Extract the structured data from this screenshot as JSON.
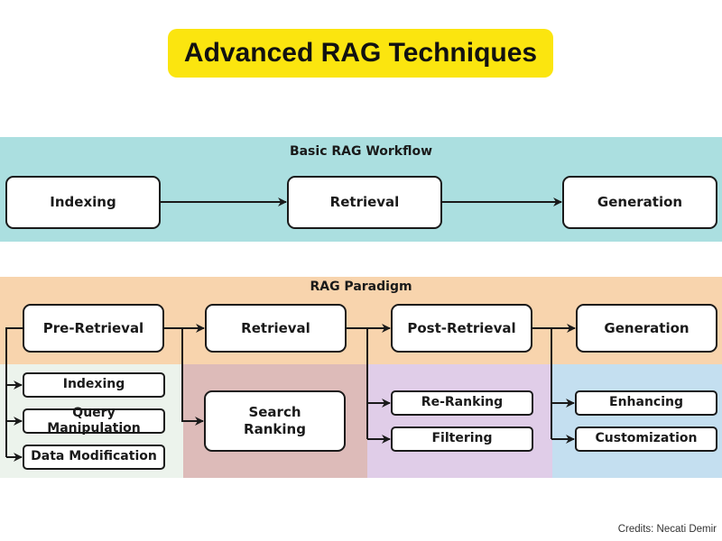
{
  "title": "Advanced RAG Techniques",
  "basic_workflow": {
    "label": "Basic RAG Workflow",
    "steps": [
      "Indexing",
      "Retrieval",
      "Generation"
    ]
  },
  "paradigm": {
    "label": "RAG Paradigm",
    "stages": [
      {
        "name": "Pre-Retrieval",
        "techniques": [
          "Indexing",
          "Query Manipulation",
          "Data Modification"
        ]
      },
      {
        "name": "Retrieval",
        "techniques": [
          "Search Ranking"
        ]
      },
      {
        "name": "Post-Retrieval",
        "techniques": [
          "Re-Ranking",
          "Filtering"
        ]
      },
      {
        "name": "Generation",
        "techniques": [
          "Enhancing",
          "Customization"
        ]
      }
    ]
  },
  "colors": {
    "title_bg": "#fbe50f",
    "basic_band": "#abdfe0",
    "paradigm_band": "#f8d4ad",
    "pre_retrieval_col": "#ecf3ec",
    "retrieval_col": "#ddbbb9",
    "post_retrieval_col": "#e0cde8",
    "generation_col": "#c4dff0"
  },
  "credits": "Credits: Necati Demir"
}
